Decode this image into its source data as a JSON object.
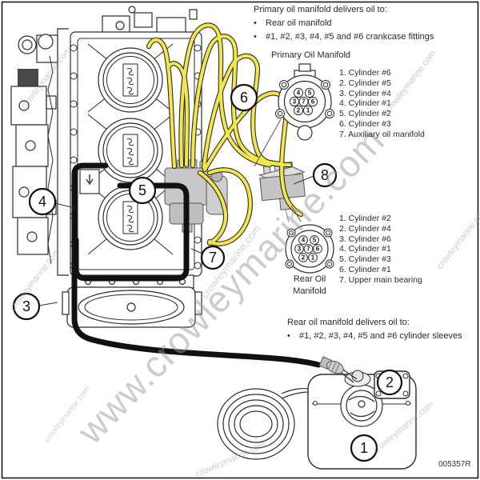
{
  "notes_top": {
    "title": "Primary oil manifold delivers oil to:",
    "bullets": [
      "Rear oil manifold",
      "#1, #2, #3, #4, #5 and #6 crankcase fittings"
    ]
  },
  "primary_manifold": {
    "label": "Primary Oil Manifold",
    "legend": [
      "1. Cylinder #6",
      "2. Cylinder #5",
      "3. Cylinder #4",
      "4. Cylinder #1",
      "5. Cylinder #2",
      "6. Cylinder #3",
      "7. Auxiliary oil manifold"
    ]
  },
  "rear_manifold": {
    "label_line1": "Rear Oil",
    "label_line2": "Manifold",
    "legend": [
      "1. Cylinder #2",
      "2. Cylinder #4",
      "3. Cylinder #6",
      "4. Cylinder #1",
      "5. Cylinder #3",
      "6. Cylinder #1",
      "7. Upper main bearing"
    ]
  },
  "notes_bottom": {
    "title": "Rear oil manifold delivers oil to:",
    "bullets": [
      "#1, #2, #3, #4, #5 and #6 cylinder sleeves"
    ]
  },
  "manifold_ports": [
    "4",
    "5",
    "3",
    "7",
    "6",
    "2",
    "1"
  ],
  "callouts": {
    "c1": "1",
    "c2": "2",
    "c3": "3",
    "c4": "4",
    "c5": "5",
    "c6": "6",
    "c7": "7",
    "c8": "8"
  },
  "doc_code": "005357R",
  "watermark": {
    "main": "www.crowleymarine.com",
    "small": "crowleymarine.com"
  },
  "colors": {
    "hose_yellow": "#F3E64B",
    "hose_outline": "#2B2B2B",
    "line_art": "#2B2B2B",
    "part_gray": "#C8C8C8",
    "watermark_gray": "#9A9A9A"
  }
}
